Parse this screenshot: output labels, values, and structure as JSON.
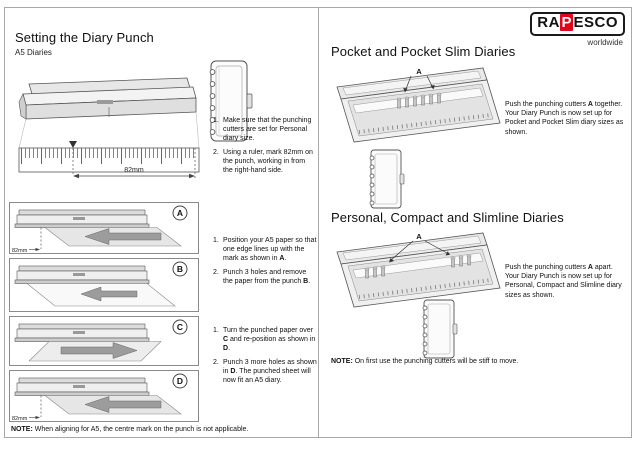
{
  "brand": {
    "name_pre": "RA",
    "name_red": "P",
    "name_post": "ESCO",
    "tagline": "worldwide",
    "accent_red": "#e2001a",
    "red_style": "background:#e2001a"
  },
  "left": {
    "title": "Setting the Diary Punch",
    "subtitle": "A5 Diaries",
    "ruler_label": "82mm",
    "diagrams": {
      "a": "A",
      "b": "B",
      "c": "C",
      "d": "D",
      "dim_a": "82mm",
      "dim_d": "82mm"
    },
    "steps_top": [
      {
        "num": "1.",
        "segs": [
          {
            "t": "Make sure that the punching cutters are set for Personal diary size.",
            "b": false
          }
        ]
      },
      {
        "num": "2.",
        "segs": [
          {
            "t": "Using a ruler, mark 82mm on the punch, working in from the right-hand side.",
            "b": false
          }
        ]
      }
    ],
    "steps_ab": [
      {
        "num": "1.",
        "segs": [
          {
            "t": "Position your A5 paper so that one edge lines up with the mark as shown in ",
            "b": false
          },
          {
            "t": "A",
            "b": true
          },
          {
            "t": ".",
            "b": false
          }
        ]
      },
      {
        "num": "2.",
        "segs": [
          {
            "t": "Punch 3 holes and remove the paper from the punch ",
            "b": false
          },
          {
            "t": "B",
            "b": true
          },
          {
            "t": ".",
            "b": false
          }
        ]
      }
    ],
    "steps_cd": [
      {
        "num": "1.",
        "segs": [
          {
            "t": "Turn the punched paper over ",
            "b": false
          },
          {
            "t": "C",
            "b": true
          },
          {
            "t": " and re-position as shown in ",
            "b": false
          },
          {
            "t": "D",
            "b": true
          },
          {
            "t": ".",
            "b": false
          }
        ]
      },
      {
        "num": "2.",
        "segs": [
          {
            "t": "Punch 3 more holes as shown in ",
            "b": false
          },
          {
            "t": "D",
            "b": true
          },
          {
            "t": ". The punched sheet will now fit an A5 diary.",
            "b": false
          }
        ]
      }
    ],
    "note": [
      {
        "t": "NOTE:",
        "b": true
      },
      {
        "t": " When aligning for A5, the centre mark on the punch is not applicable.",
        "b": false
      }
    ]
  },
  "right": {
    "section1": {
      "title": "Pocket and Pocket Slim Diaries",
      "cutter_label": "A",
      "body": [
        {
          "t": "Push the punching cutters ",
          "b": false
        },
        {
          "t": "A",
          "b": true
        },
        {
          "t": " together. Your Diary Punch is now set up for Pocket and Pocket Slim diary sizes as shown.",
          "b": false
        }
      ]
    },
    "section2": {
      "title": "Personal, Compact and Slimline Diaries",
      "cutter_label": "A",
      "body": [
        {
          "t": "Push the punching cutters ",
          "b": false
        },
        {
          "t": "A",
          "b": true
        },
        {
          "t": " apart. Your Diary Punch is now set up for Personal, Compact and Slimline diary sizes as shown.",
          "b": false
        }
      ]
    },
    "note": [
      {
        "t": "NOTE:",
        "b": true
      },
      {
        "t": " On first use the punching cutters will be stiff to move.",
        "b": false
      }
    ]
  }
}
